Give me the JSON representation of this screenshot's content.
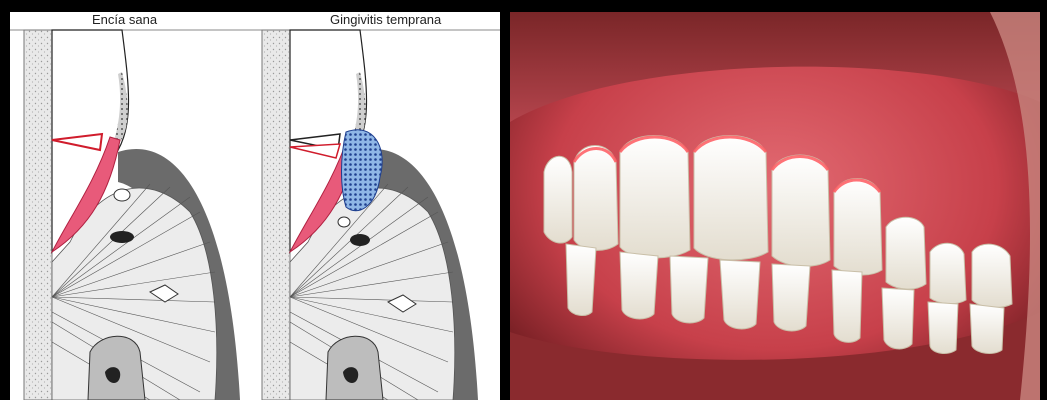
{
  "figure": {
    "left_panel": {
      "diagram_1_title": "Encía sana",
      "diagram_2_title": "Gingivitis temprana"
    },
    "right_panel": {
      "subject": "intraoral photo of teeth and gums"
    },
    "colors": {
      "gingiva_diagram": "#e85a7a",
      "inflammation_dots": "#2a5db0",
      "bone_gray": "#6b6b6b",
      "gum_photo": "#c7404a",
      "teeth": "#f2efe6"
    }
  }
}
